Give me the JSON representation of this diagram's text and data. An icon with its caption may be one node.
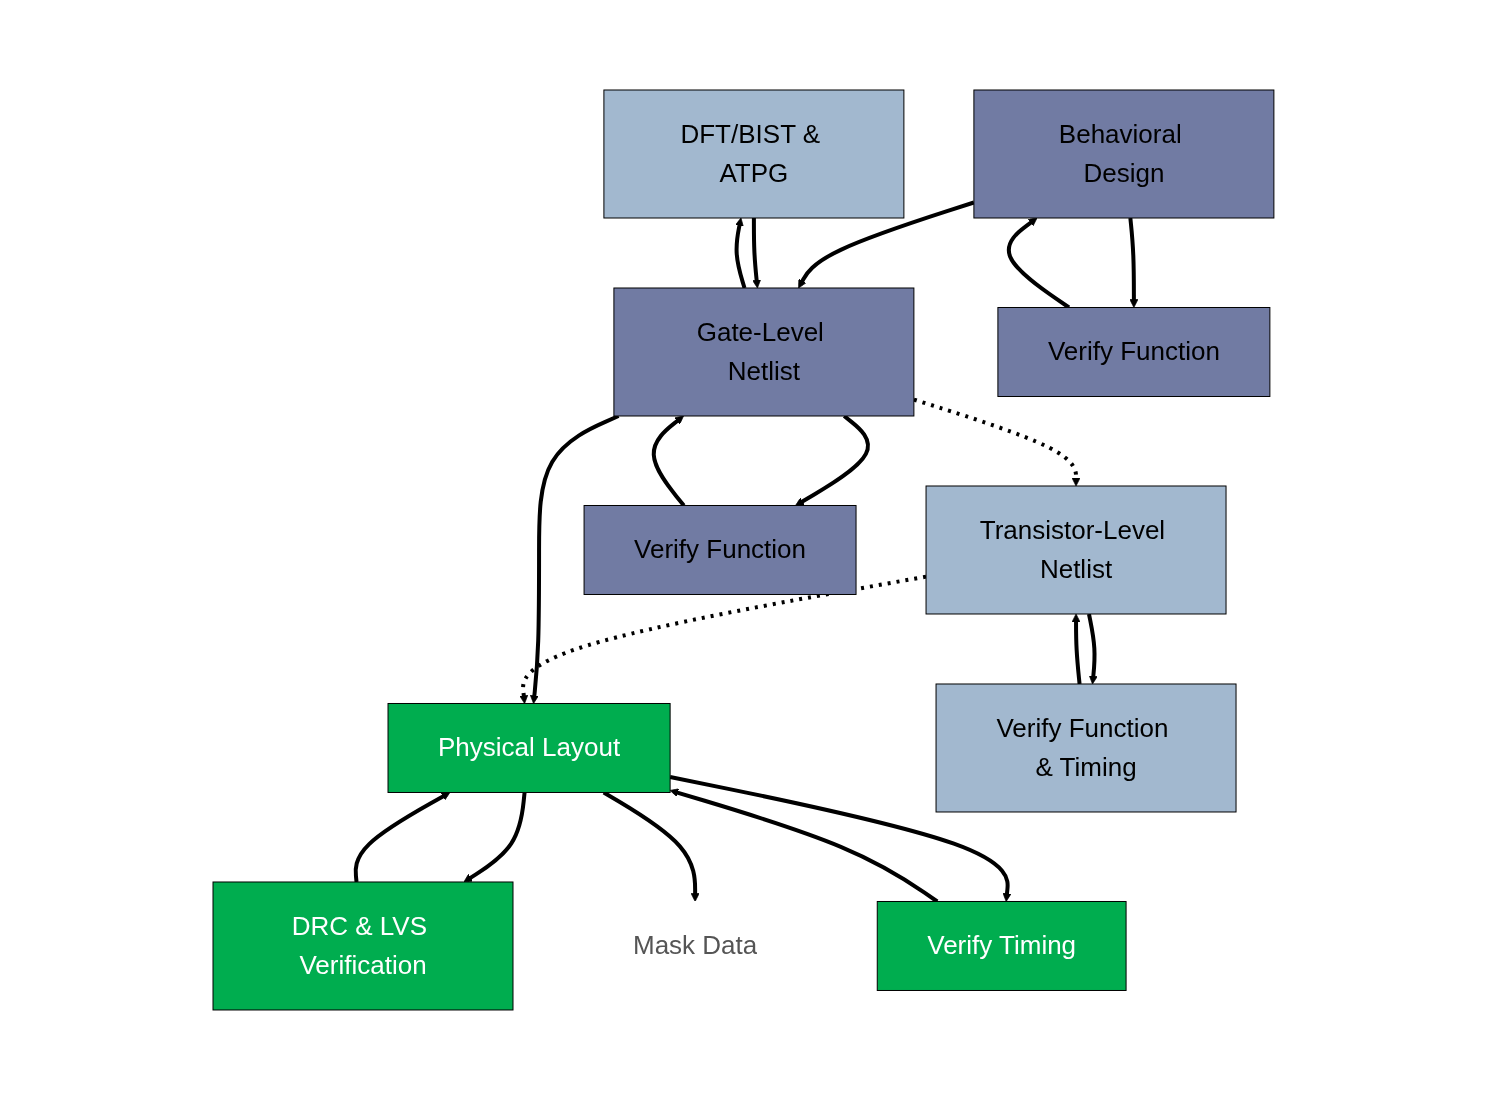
{
  "diagram": {
    "nodes": [
      {
        "text": [
          "Behavioral Design"
        ]
      },
      {
        "text": [
          "Verify Function"
        ]
      },
      {
        "text": [
          "DFT/BIST & ATPG"
        ]
      },
      {
        "text": [
          "Gate-Level Netlist"
        ]
      },
      {
        "text": [
          "Verify Function"
        ]
      },
      {
        "text": [
          "Transistor-Level Netlist"
        ]
      },
      {
        "text": [
          "Verify Function & Timing"
        ]
      },
      {
        "text": [
          "DRC & LVS Verification"
        ]
      },
      {
        "text": [
          "Physical Layout"
        ]
      },
      {
        "text": [
          "Verify Timing"
        ]
      },
      {
        "text": [
          "Mask Data"
        ]
      }
    ],
    "edges": [
      {
        "from": 0,
        "to": 1,
        "arrow": "to"
      },
      {
        "from": 1,
        "to": 0,
        "arrow": "to"
      },
      {
        "from": 0,
        "to": 3,
        "arrow": "to"
      },
      {
        "from": 2,
        "to": 3,
        "arrow": "to"
      },
      {
        "from": 3,
        "to": 2,
        "arrow": "to"
      },
      {
        "from": 3,
        "to": 4,
        "arrow": "to"
      },
      {
        "from": 4,
        "to": 3,
        "arrow": "to"
      },
      {
        "from": 3,
        "to": 5,
        "arrow": "to",
        "style": "dashed"
      },
      {
        "from": 3,
        "to": 8,
        "arrow": "to"
      },
      {
        "from": 5,
        "to": 6,
        "arrow": "to"
      },
      {
        "from": 6,
        "to": 5,
        "arrow": "to"
      },
      {
        "from": 5,
        "to": 8,
        "arrow": "to",
        "style": "dashed"
      },
      {
        "from": 7,
        "to": 8,
        "arrow": "to"
      },
      {
        "from": 8,
        "to": 7,
        "arrow": "to"
      },
      {
        "from": 8,
        "to": 9,
        "arrow": "to"
      },
      {
        "from": 9,
        "to": 8,
        "arrow": "to"
      },
      {
        "from": 8,
        "to": 10,
        "arrow": "to"
      }
    ]
  }
}
